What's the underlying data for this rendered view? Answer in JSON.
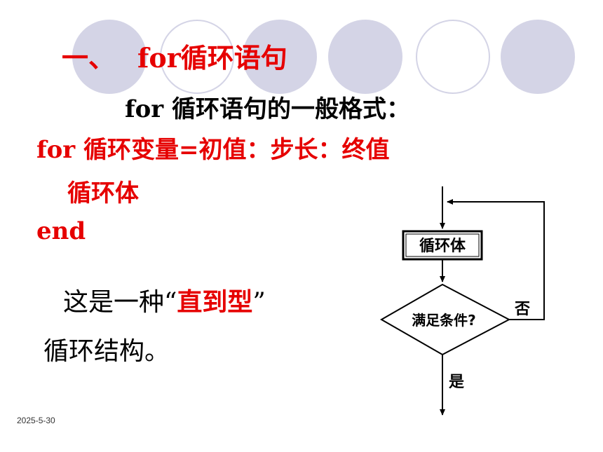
{
  "heading": {
    "number": "一、",
    "title": "for循环语句"
  },
  "subtitle": "for 循环语句的一般格式：",
  "syntax": {
    "line1": "for 循环变量=初值：步长：终值",
    "line2": "循环体",
    "line3": "end"
  },
  "description": {
    "before": "这是一种“",
    "highlight": "直到型",
    "after": "”",
    "line2": "循环结构。"
  },
  "flowchart": {
    "body": "循环体",
    "condition": "满足条件?",
    "no": "否",
    "yes": "是"
  },
  "footer": {
    "date": "2025-5-30"
  }
}
